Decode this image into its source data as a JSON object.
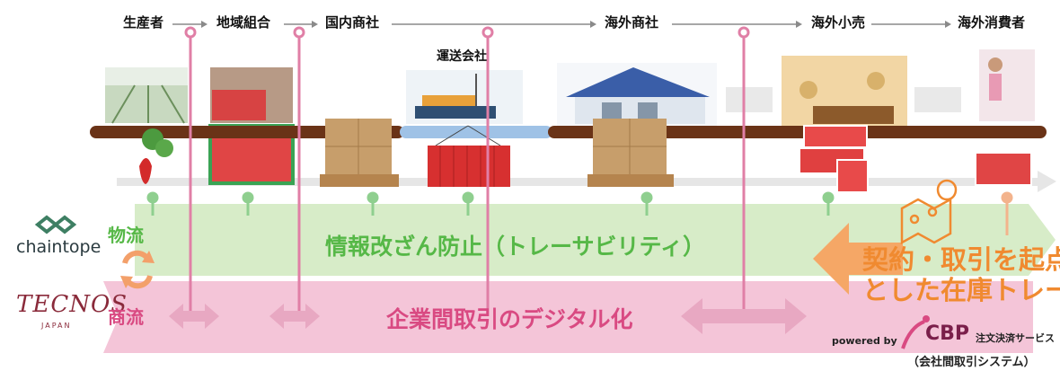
{
  "stages": [
    "生産者",
    "地域組合",
    "国内商社",
    "海外商社",
    "海外小売",
    "海外消費者"
  ],
  "shipping_label": "運送会社",
  "left": {
    "chaintope_logo": "chaintope",
    "tecnos_logo": "TECNOS",
    "tecnos_sub": "JAPAN",
    "logistics_label": "物流",
    "commercial_label": "商流"
  },
  "bands": {
    "info_tamper": "情報改ざん防止（トレーサビリティ）",
    "digital": "企業間取引のデジタル化"
  },
  "inventory_trace": {
    "line1": "契約・取引を起点",
    "line2": "とした在庫トレース"
  },
  "cbp": {
    "powered_by": "powered by",
    "logo": "CBP",
    "service": "注文決済サービス",
    "system": "（会社間取引システム）"
  },
  "colors": {
    "green_band": "#d7ecc8",
    "pink_band": "#f4c5d8",
    "green_text": "#56b847",
    "pink_text": "#d94a82",
    "orange": "#f08a30",
    "brown_belt": "#6a3317"
  }
}
